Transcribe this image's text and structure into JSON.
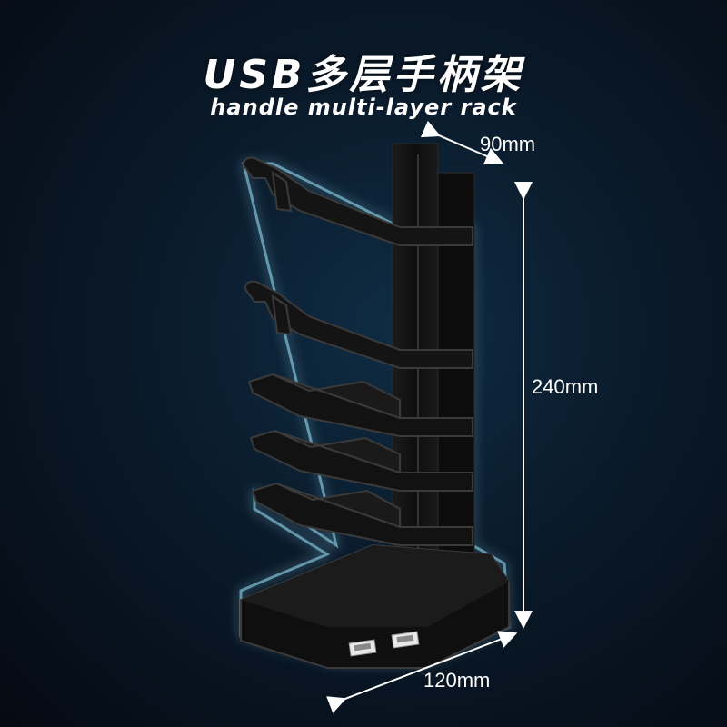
{
  "title": "USB多层手柄架",
  "subtitle": "handle multi-layer rack",
  "dimensions": {
    "width": "90mm",
    "height": "240mm",
    "depth": "120mm"
  },
  "colors": {
    "background": "#0a1a2a",
    "product": "#151515",
    "glow": "#9fe8ff",
    "text": "#ffffff"
  },
  "ports": [
    "usb-port",
    "usb-port"
  ]
}
